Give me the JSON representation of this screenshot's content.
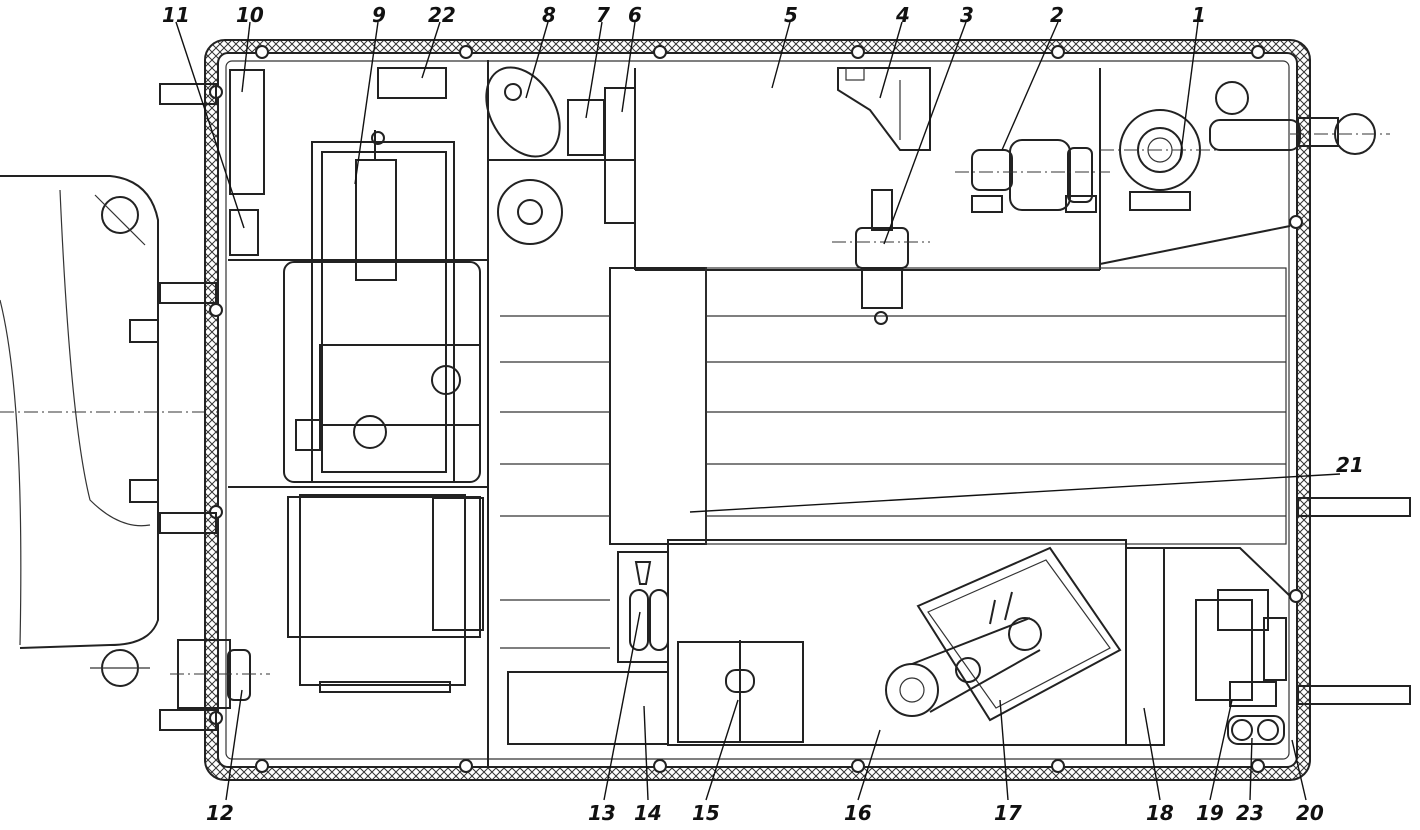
{
  "labels": [
    {
      "id": "1",
      "text": "1"
    },
    {
      "id": "2",
      "text": "2"
    },
    {
      "id": "3",
      "text": "3"
    },
    {
      "id": "4",
      "text": "4"
    },
    {
      "id": "5",
      "text": "5"
    },
    {
      "id": "6",
      "text": "6"
    },
    {
      "id": "7",
      "text": "7"
    },
    {
      "id": "8",
      "text": "8"
    },
    {
      "id": "9",
      "text": "9"
    },
    {
      "id": "10",
      "text": "10"
    },
    {
      "id": "11",
      "text": "11"
    },
    {
      "id": "22",
      "text": "22"
    },
    {
      "id": "12",
      "text": "12"
    },
    {
      "id": "13",
      "text": "13"
    },
    {
      "id": "14",
      "text": "14"
    },
    {
      "id": "15",
      "text": "15"
    },
    {
      "id": "16",
      "text": "16"
    },
    {
      "id": "17",
      "text": "17"
    },
    {
      "id": "18",
      "text": "18"
    },
    {
      "id": "19",
      "text": "19"
    },
    {
      "id": "23",
      "text": "23"
    },
    {
      "id": "20",
      "text": "20"
    },
    {
      "id": "21",
      "text": "21"
    }
  ]
}
